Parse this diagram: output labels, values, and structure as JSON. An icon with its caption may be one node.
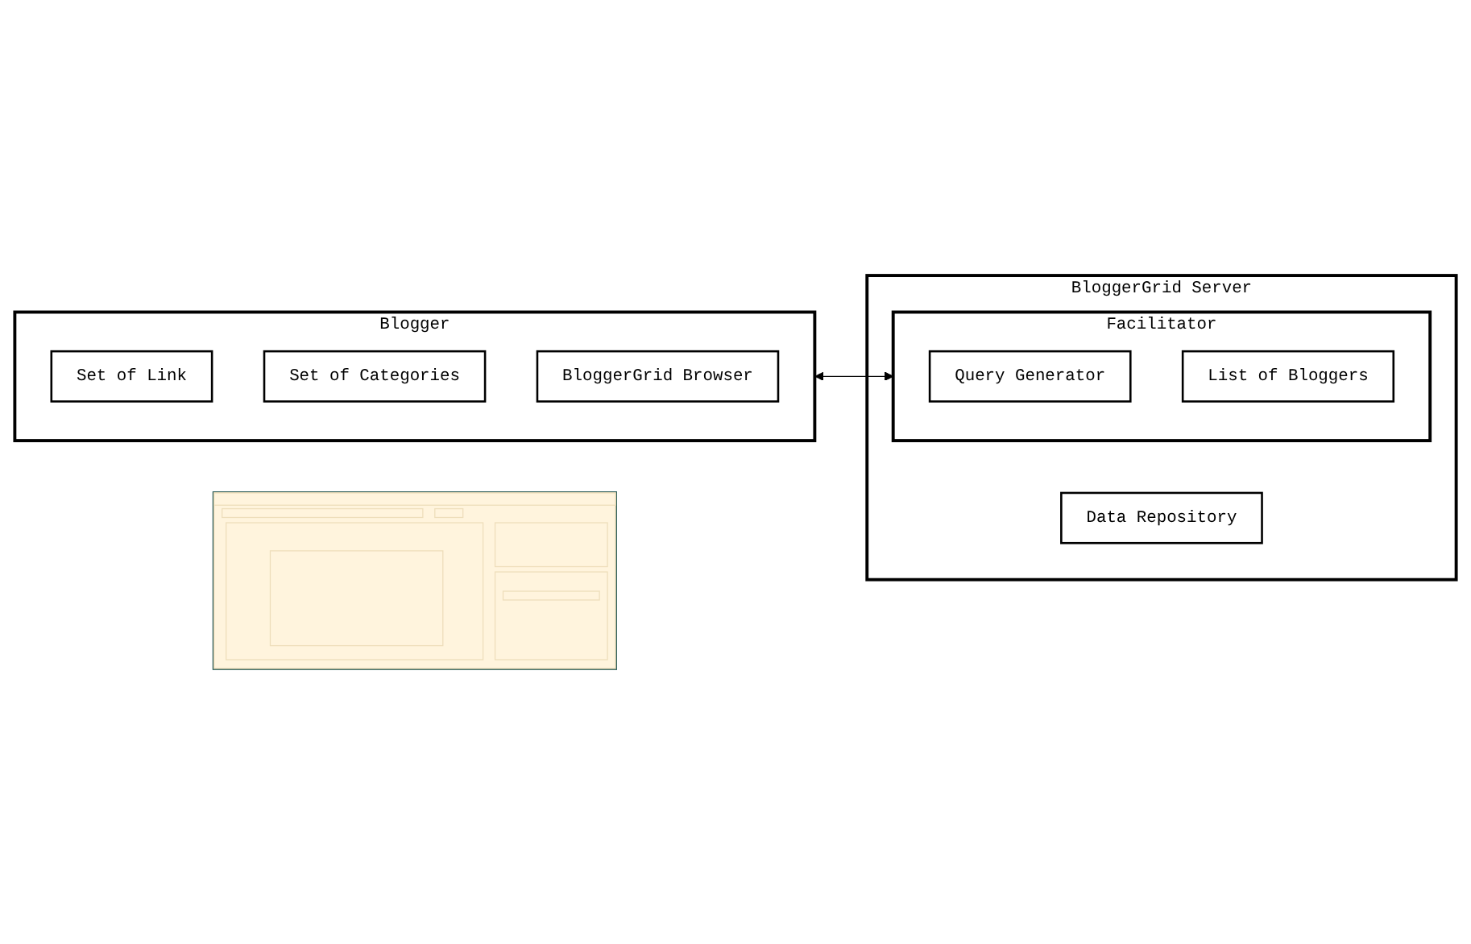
{
  "diagram": {
    "nodes": [
      {
        "text": [
          "Blogger"
        ]
      },
      {
        "text": [
          "Set of Link"
        ],
        "in": 0
      },
      {
        "text": [
          "Set of Categories"
        ],
        "in": 0
      },
      {
        "text": [
          "BloggerGrid Browser"
        ],
        "in": 0
      },
      {
        "text": [
          "BloggerGrid Server"
        ]
      },
      {
        "text": [
          "Facilitator"
        ],
        "in": 4
      },
      {
        "text": [
          "Query Generator"
        ],
        "in": 5
      },
      {
        "text": [
          "List of Bloggers"
        ],
        "in": 5
      },
      {
        "text": [
          "Data Repository"
        ],
        "in": 4
      },
      {
        "text": [],
        "shape": "picture"
      }
    ],
    "edges": [
      {
        "from": 0,
        "to": 5,
        "arrow": "both"
      }
    ]
  }
}
